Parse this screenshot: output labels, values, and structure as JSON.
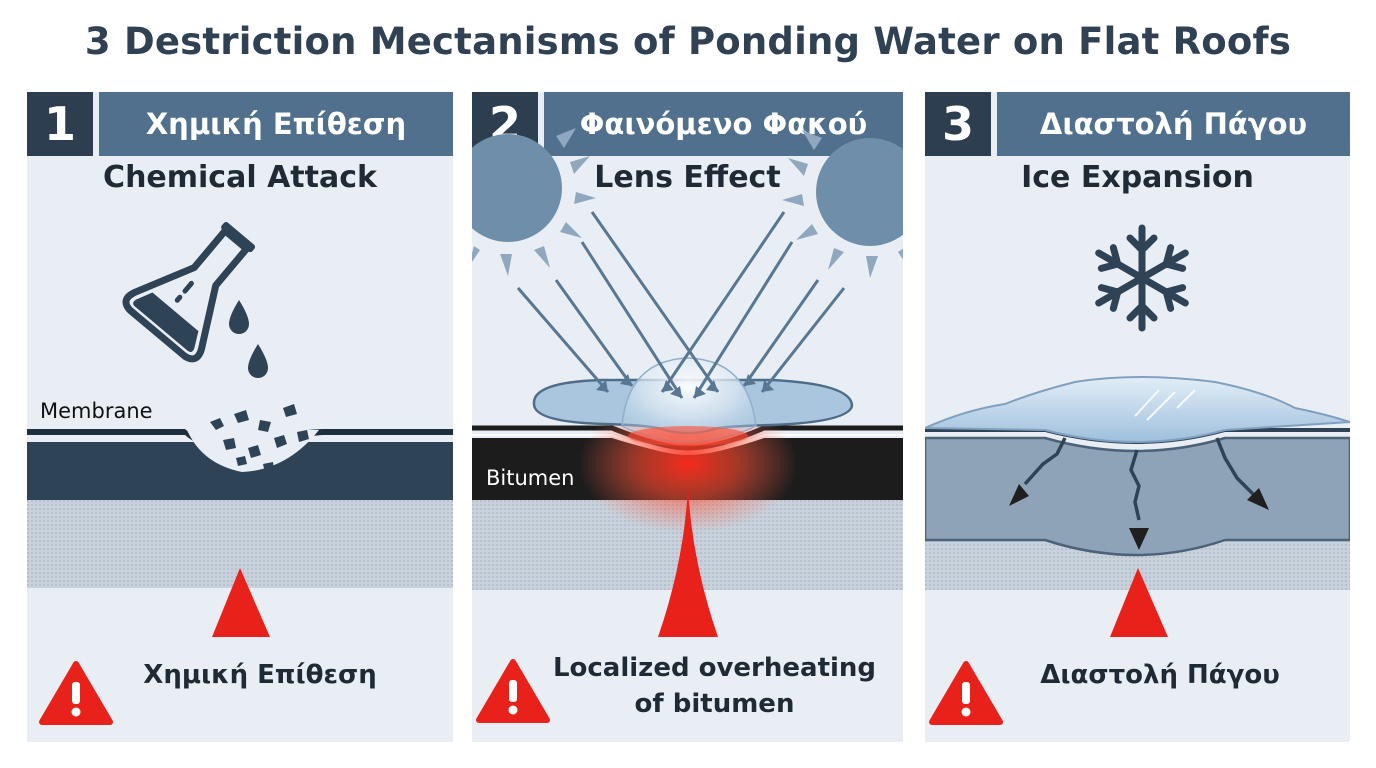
{
  "title": "3 Destriction Mectanisms of Ponding Water on Flat Roofs",
  "panels": [
    {
      "number": "1",
      "greek_title": "Χημική Επίθεση",
      "subtitle": "Chemical Attack",
      "layer_label": "Membrane",
      "caption_lines": [
        "Χημική Επίθεση"
      ],
      "icons": [
        "flask-icon",
        "droplet-icon",
        "warning-icon"
      ]
    },
    {
      "number": "2",
      "greek_title": "Φαινόμενο Φακού",
      "subtitle": "Lens Effect",
      "layer_label": "Bitumen",
      "caption_lines": [
        "Localized overheating",
        "of bitumen"
      ],
      "icons": [
        "sun-icon",
        "warning-icon"
      ]
    },
    {
      "number": "3",
      "greek_title": "Διαστολή Πάγου",
      "subtitle": "Ice Expansion",
      "layer_label": "",
      "caption_lines": [
        "Διαστολή Πάγου"
      ],
      "icons": [
        "snowflake-icon",
        "warning-icon"
      ]
    }
  ],
  "colors": {
    "title": "#2f4152",
    "number_box": "#2c3e50",
    "header_box": "#50708d",
    "panel_bg": "#e9eef4",
    "membrane_dark": "#2e4356",
    "bitumen": "#1c1c1c",
    "substrate": "#c9d2dc",
    "water": "#a9c6de",
    "alert_red": "#e8221b"
  }
}
